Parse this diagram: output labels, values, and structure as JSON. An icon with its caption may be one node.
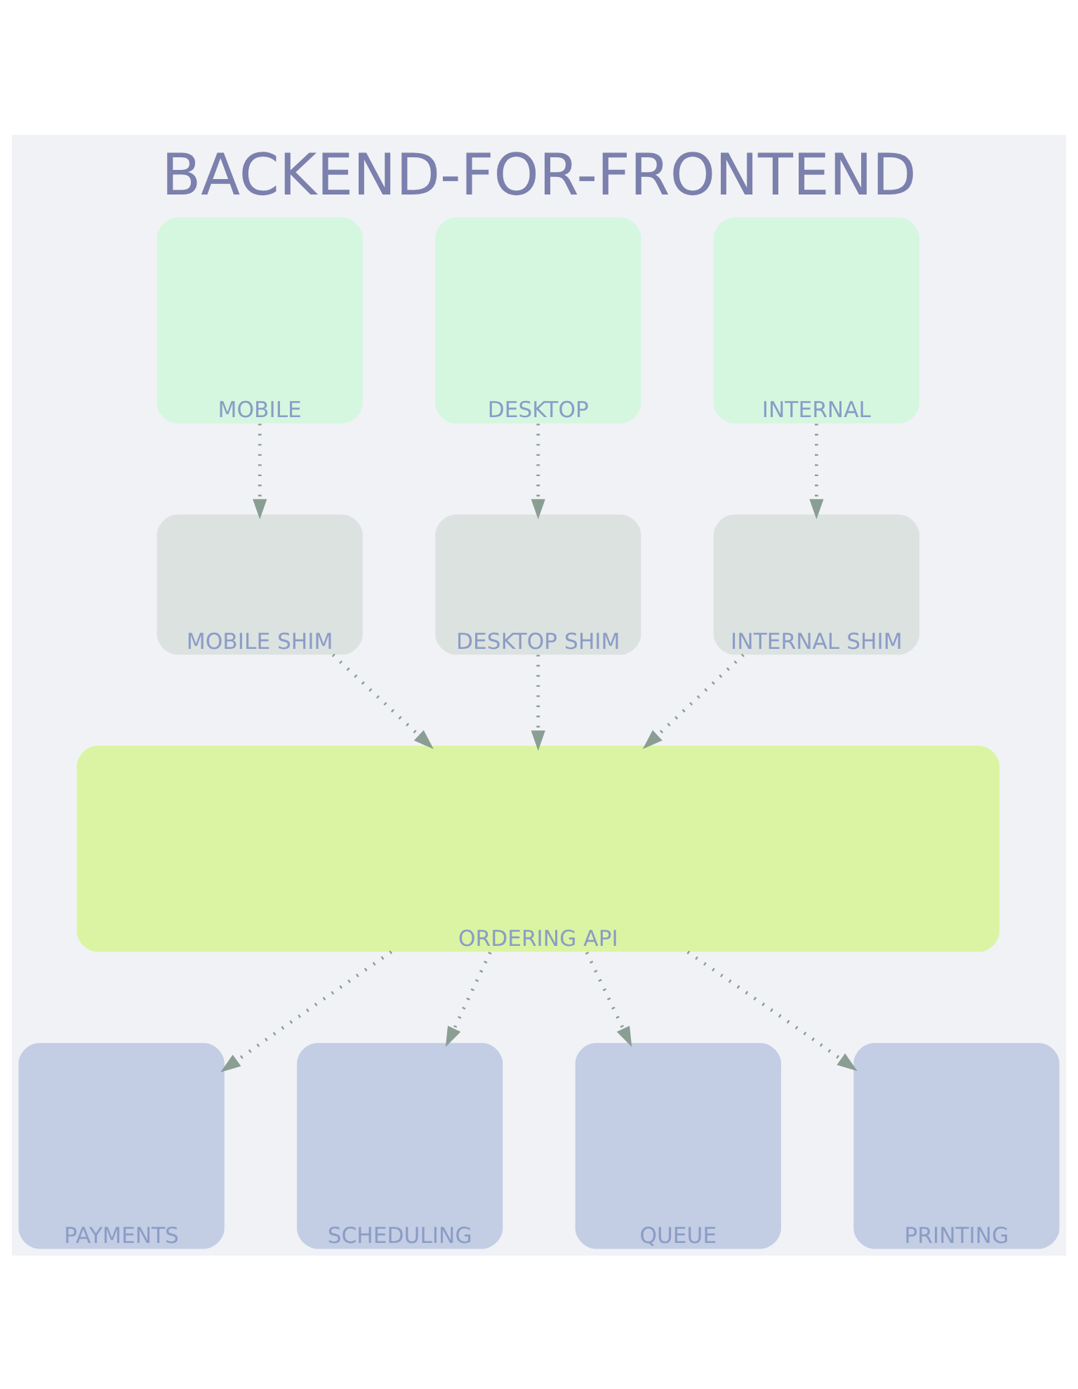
{
  "diagram": {
    "title": "BACKEND-FOR-FRONTEND",
    "nodes": [
      {
        "text": [
          "MOBILE"
        ]
      },
      {
        "text": [
          "DESKTOP"
        ]
      },
      {
        "text": [
          "INTERNAL"
        ]
      },
      {
        "text": [
          "MOBILE SHIM"
        ]
      },
      {
        "text": [
          "DESKTOP SHIM"
        ]
      },
      {
        "text": [
          "INTERNAL SHIM"
        ]
      },
      {
        "text": [
          "ORDERING API"
        ]
      },
      {
        "text": [
          "PAYMENTS"
        ]
      },
      {
        "text": [
          "SCHEDULING"
        ]
      },
      {
        "text": [
          "QUEUE"
        ]
      },
      {
        "text": [
          "PRINTING"
        ]
      }
    ],
    "edges": [
      {
        "from": 0,
        "to": 3,
        "arrow": "to"
      },
      {
        "from": 1,
        "to": 4,
        "arrow": "to"
      },
      {
        "from": 2,
        "to": 5,
        "arrow": "to"
      },
      {
        "from": 3,
        "to": 6,
        "arrow": "to"
      },
      {
        "from": 4,
        "to": 6,
        "arrow": "to"
      },
      {
        "from": 5,
        "to": 6,
        "arrow": "to"
      },
      {
        "from": 6,
        "to": 7,
        "arrow": "to"
      },
      {
        "from": 6,
        "to": 8,
        "arrow": "to"
      },
      {
        "from": 6,
        "to": 9,
        "arrow": "to"
      },
      {
        "from": 6,
        "to": 10,
        "arrow": "to"
      }
    ]
  }
}
